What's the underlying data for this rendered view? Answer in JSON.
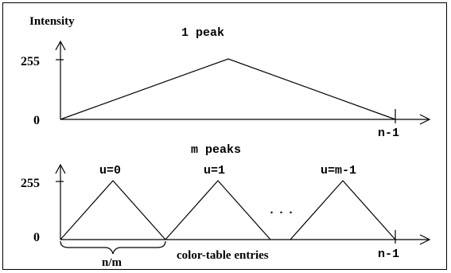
{
  "top_panel": {
    "y_label": "Intensity",
    "title": "1 peak",
    "tick_high": "255",
    "tick_low": "0",
    "x_end_label": "n-1"
  },
  "bottom_panel": {
    "title": "m peaks",
    "tick_high": "255",
    "tick_low": "0",
    "peak_labels": [
      "u=0",
      "u=1",
      "u=m-1"
    ],
    "ellipsis": "...",
    "brace_label": "n/m",
    "x_label": "color-table entries",
    "x_end_label": "n-1"
  }
}
